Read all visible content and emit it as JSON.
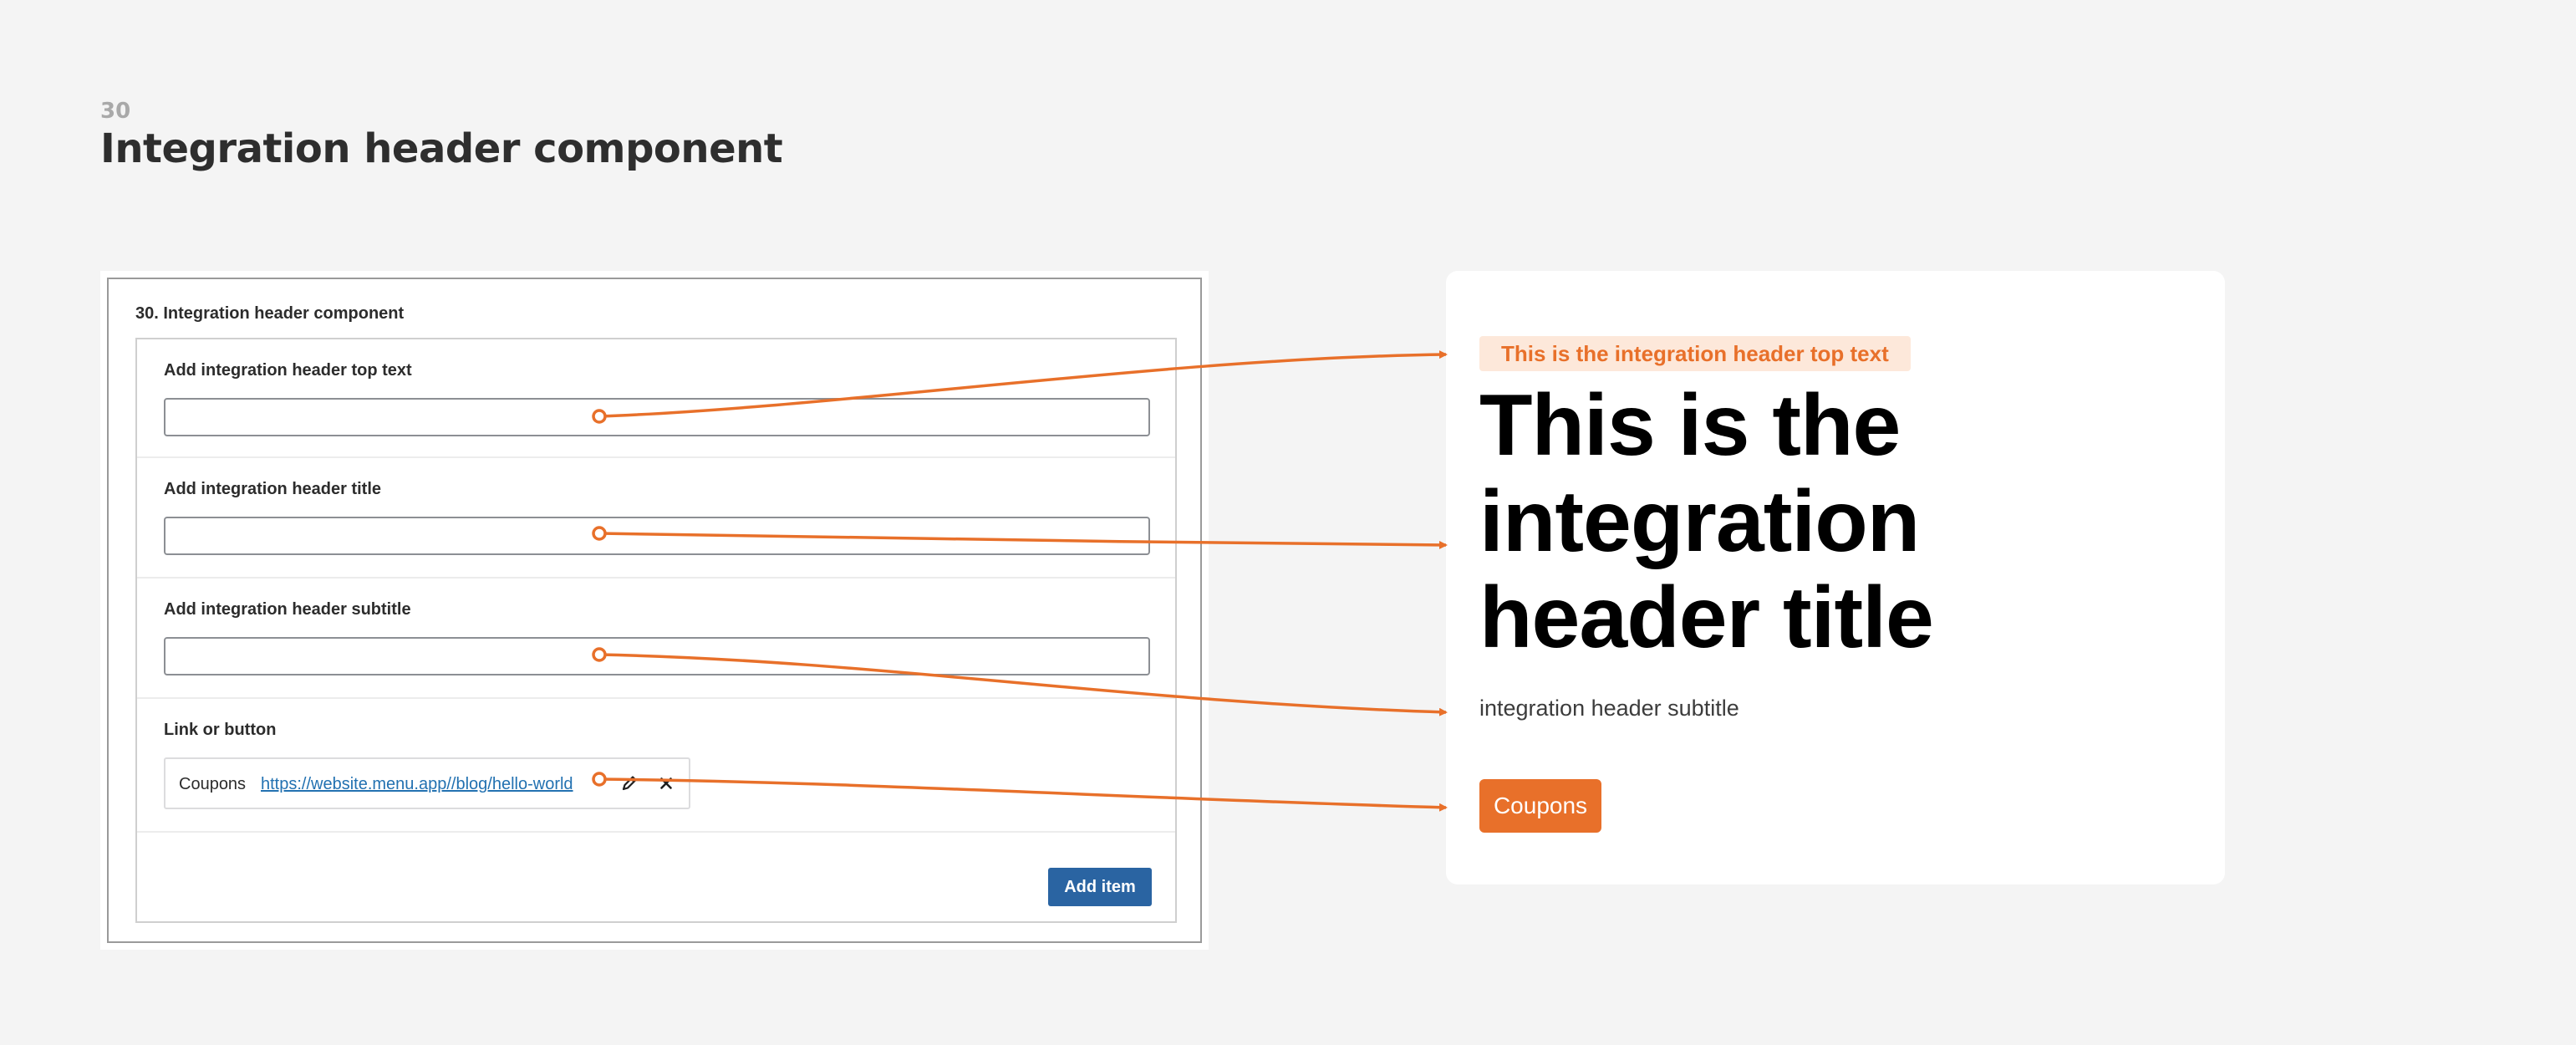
{
  "slide": {
    "number": "30",
    "title": "Integration header component"
  },
  "admin": {
    "heading": "30. Integration header component",
    "fields": [
      {
        "label": "Add integration header top text",
        "value": ""
      },
      {
        "label": "Add integration header title",
        "value": ""
      },
      {
        "label": "Add integration header subtitle",
        "value": ""
      }
    ],
    "link": {
      "label": "Link or button",
      "name": "Coupons",
      "url": "https://website.menu.app//blog/hello-world",
      "edit_icon": "pencil-icon",
      "remove_icon": "close-icon"
    },
    "add_item_label": "Add item"
  },
  "preview": {
    "top_text": "This is the integration header top text",
    "title": "This is the integration header title",
    "subtitle": "integration header subtitle",
    "button_label": "Coupons"
  },
  "colors": {
    "accent": "#e8702a",
    "accent_light": "#fde8da",
    "primary_button": "#2a64a2",
    "link": "#2271b1",
    "background": "#f4f4f4"
  }
}
